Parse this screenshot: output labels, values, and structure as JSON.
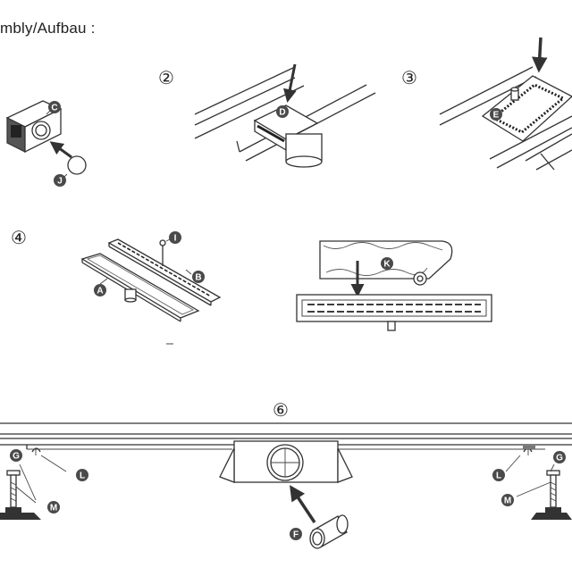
{
  "title": "mbly/Aufbau :",
  "steps": [
    "②",
    "③",
    "④",
    "⑥"
  ],
  "labels": {
    "a": "A",
    "b": "B",
    "c": "C",
    "d": "D",
    "e": "E",
    "f": "F",
    "g": "G",
    "i": "I",
    "j": "J",
    "k": "K",
    "l": "L",
    "m": "M"
  },
  "colors": {
    "line": "#333333",
    "label_bg": "#4a4a4a",
    "background": "#ffffff"
  }
}
